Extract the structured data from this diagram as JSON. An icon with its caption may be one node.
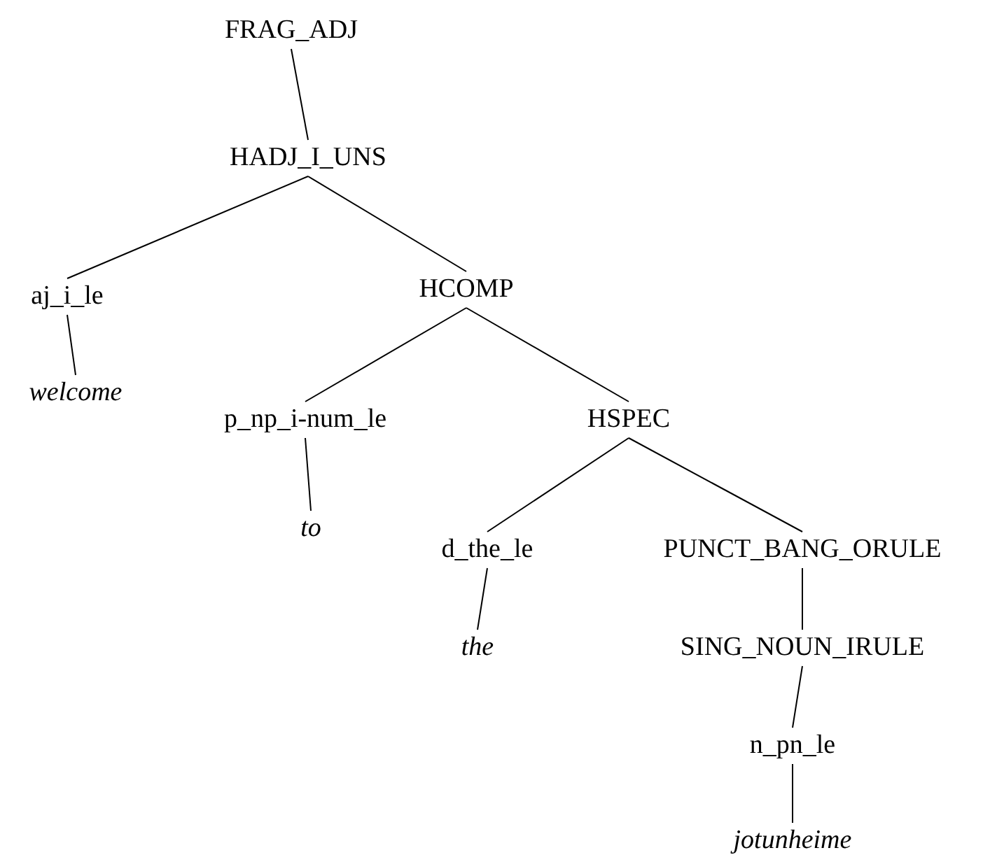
{
  "diagram": {
    "nodes": [
      {
        "text": [
          "FRAG_ADJ"
        ]
      },
      {
        "text": [
          "HADJ_I_UNS"
        ]
      },
      {
        "text": [
          "aj_i_le"
        ]
      },
      {
        "text": [
          "HCOMP"
        ]
      },
      {
        "text": [
          "welcome"
        ]
      },
      {
        "text": [
          "p_np_i-num_le"
        ]
      },
      {
        "text": [
          "HSPEC"
        ]
      },
      {
        "text": [
          "to"
        ]
      },
      {
        "text": [
          "d_the_le"
        ]
      },
      {
        "text": [
          "PUNCT_BANG_ORULE"
        ]
      },
      {
        "text": [
          "the"
        ]
      },
      {
        "text": [
          "SING_NOUN_IRULE"
        ]
      },
      {
        "text": [
          "n_pn_le"
        ]
      },
      {
        "text": [
          "jotunheime"
        ]
      }
    ],
    "edges": [
      {
        "from": 0,
        "to": 1,
        "arrow": "none"
      },
      {
        "from": 1,
        "to": 2,
        "arrow": "none"
      },
      {
        "from": 1,
        "to": 3,
        "arrow": "none"
      },
      {
        "from": 2,
        "to": 4,
        "arrow": "none"
      },
      {
        "from": 3,
        "to": 5,
        "arrow": "none"
      },
      {
        "from": 3,
        "to": 6,
        "arrow": "none"
      },
      {
        "from": 5,
        "to": 7,
        "arrow": "none"
      },
      {
        "from": 6,
        "to": 8,
        "arrow": "none"
      },
      {
        "from": 6,
        "to": 9,
        "arrow": "none"
      },
      {
        "from": 8,
        "to": 10,
        "arrow": "none"
      },
      {
        "from": 9,
        "to": 11,
        "arrow": "none"
      },
      {
        "from": 11,
        "to": 12,
        "arrow": "none"
      },
      {
        "from": 12,
        "to": 13,
        "arrow": "none"
      }
    ]
  }
}
